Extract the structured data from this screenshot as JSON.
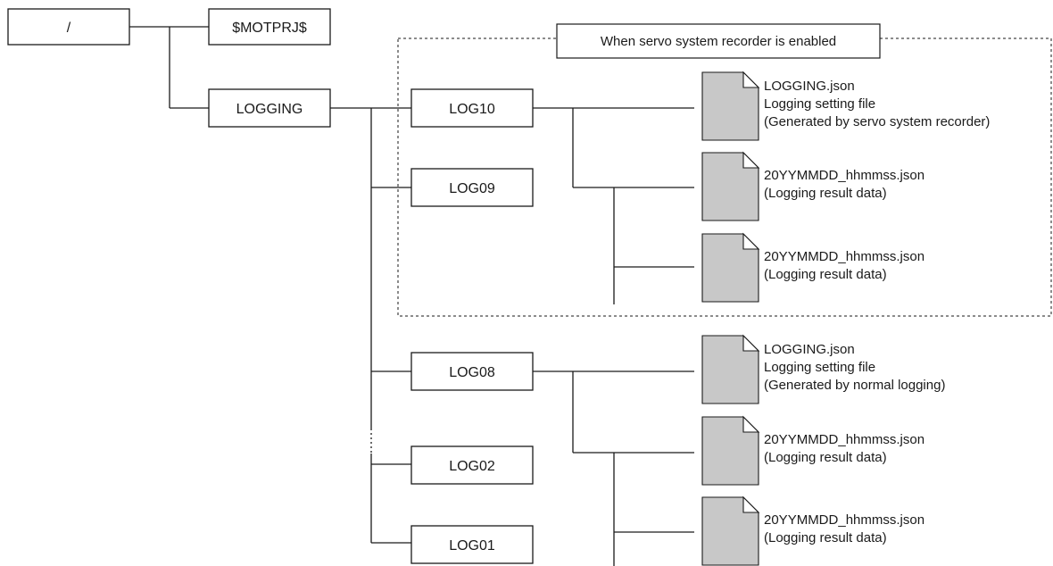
{
  "nodes": {
    "root": "/",
    "motprj": "$MOTPRJ$",
    "logging": "LOGGING",
    "log10": "LOG10",
    "log09": "LOG09",
    "log08": "LOG08",
    "log02": "LOG02",
    "log01": "LOG01"
  },
  "region_label": "When servo system recorder is enabled",
  "files": [
    {
      "lines": [
        "LOGGING.json",
        "Logging setting file",
        "(Generated by servo system recorder)"
      ]
    },
    {
      "lines": [
        "20YYMMDD_hhmmss.json",
        "(Logging result data)"
      ]
    },
    {
      "lines": [
        "20YYMMDD_hhmmss.json",
        "(Logging result data)"
      ]
    },
    {
      "lines": [
        "LOGGING.json",
        "Logging setting file",
        "(Generated by normal logging)"
      ]
    },
    {
      "lines": [
        "20YYMMDD_hhmmss.json",
        "(Logging result data)"
      ]
    },
    {
      "lines": [
        "20YYMMDD_hhmmss.json",
        "(Logging result data)"
      ]
    }
  ]
}
